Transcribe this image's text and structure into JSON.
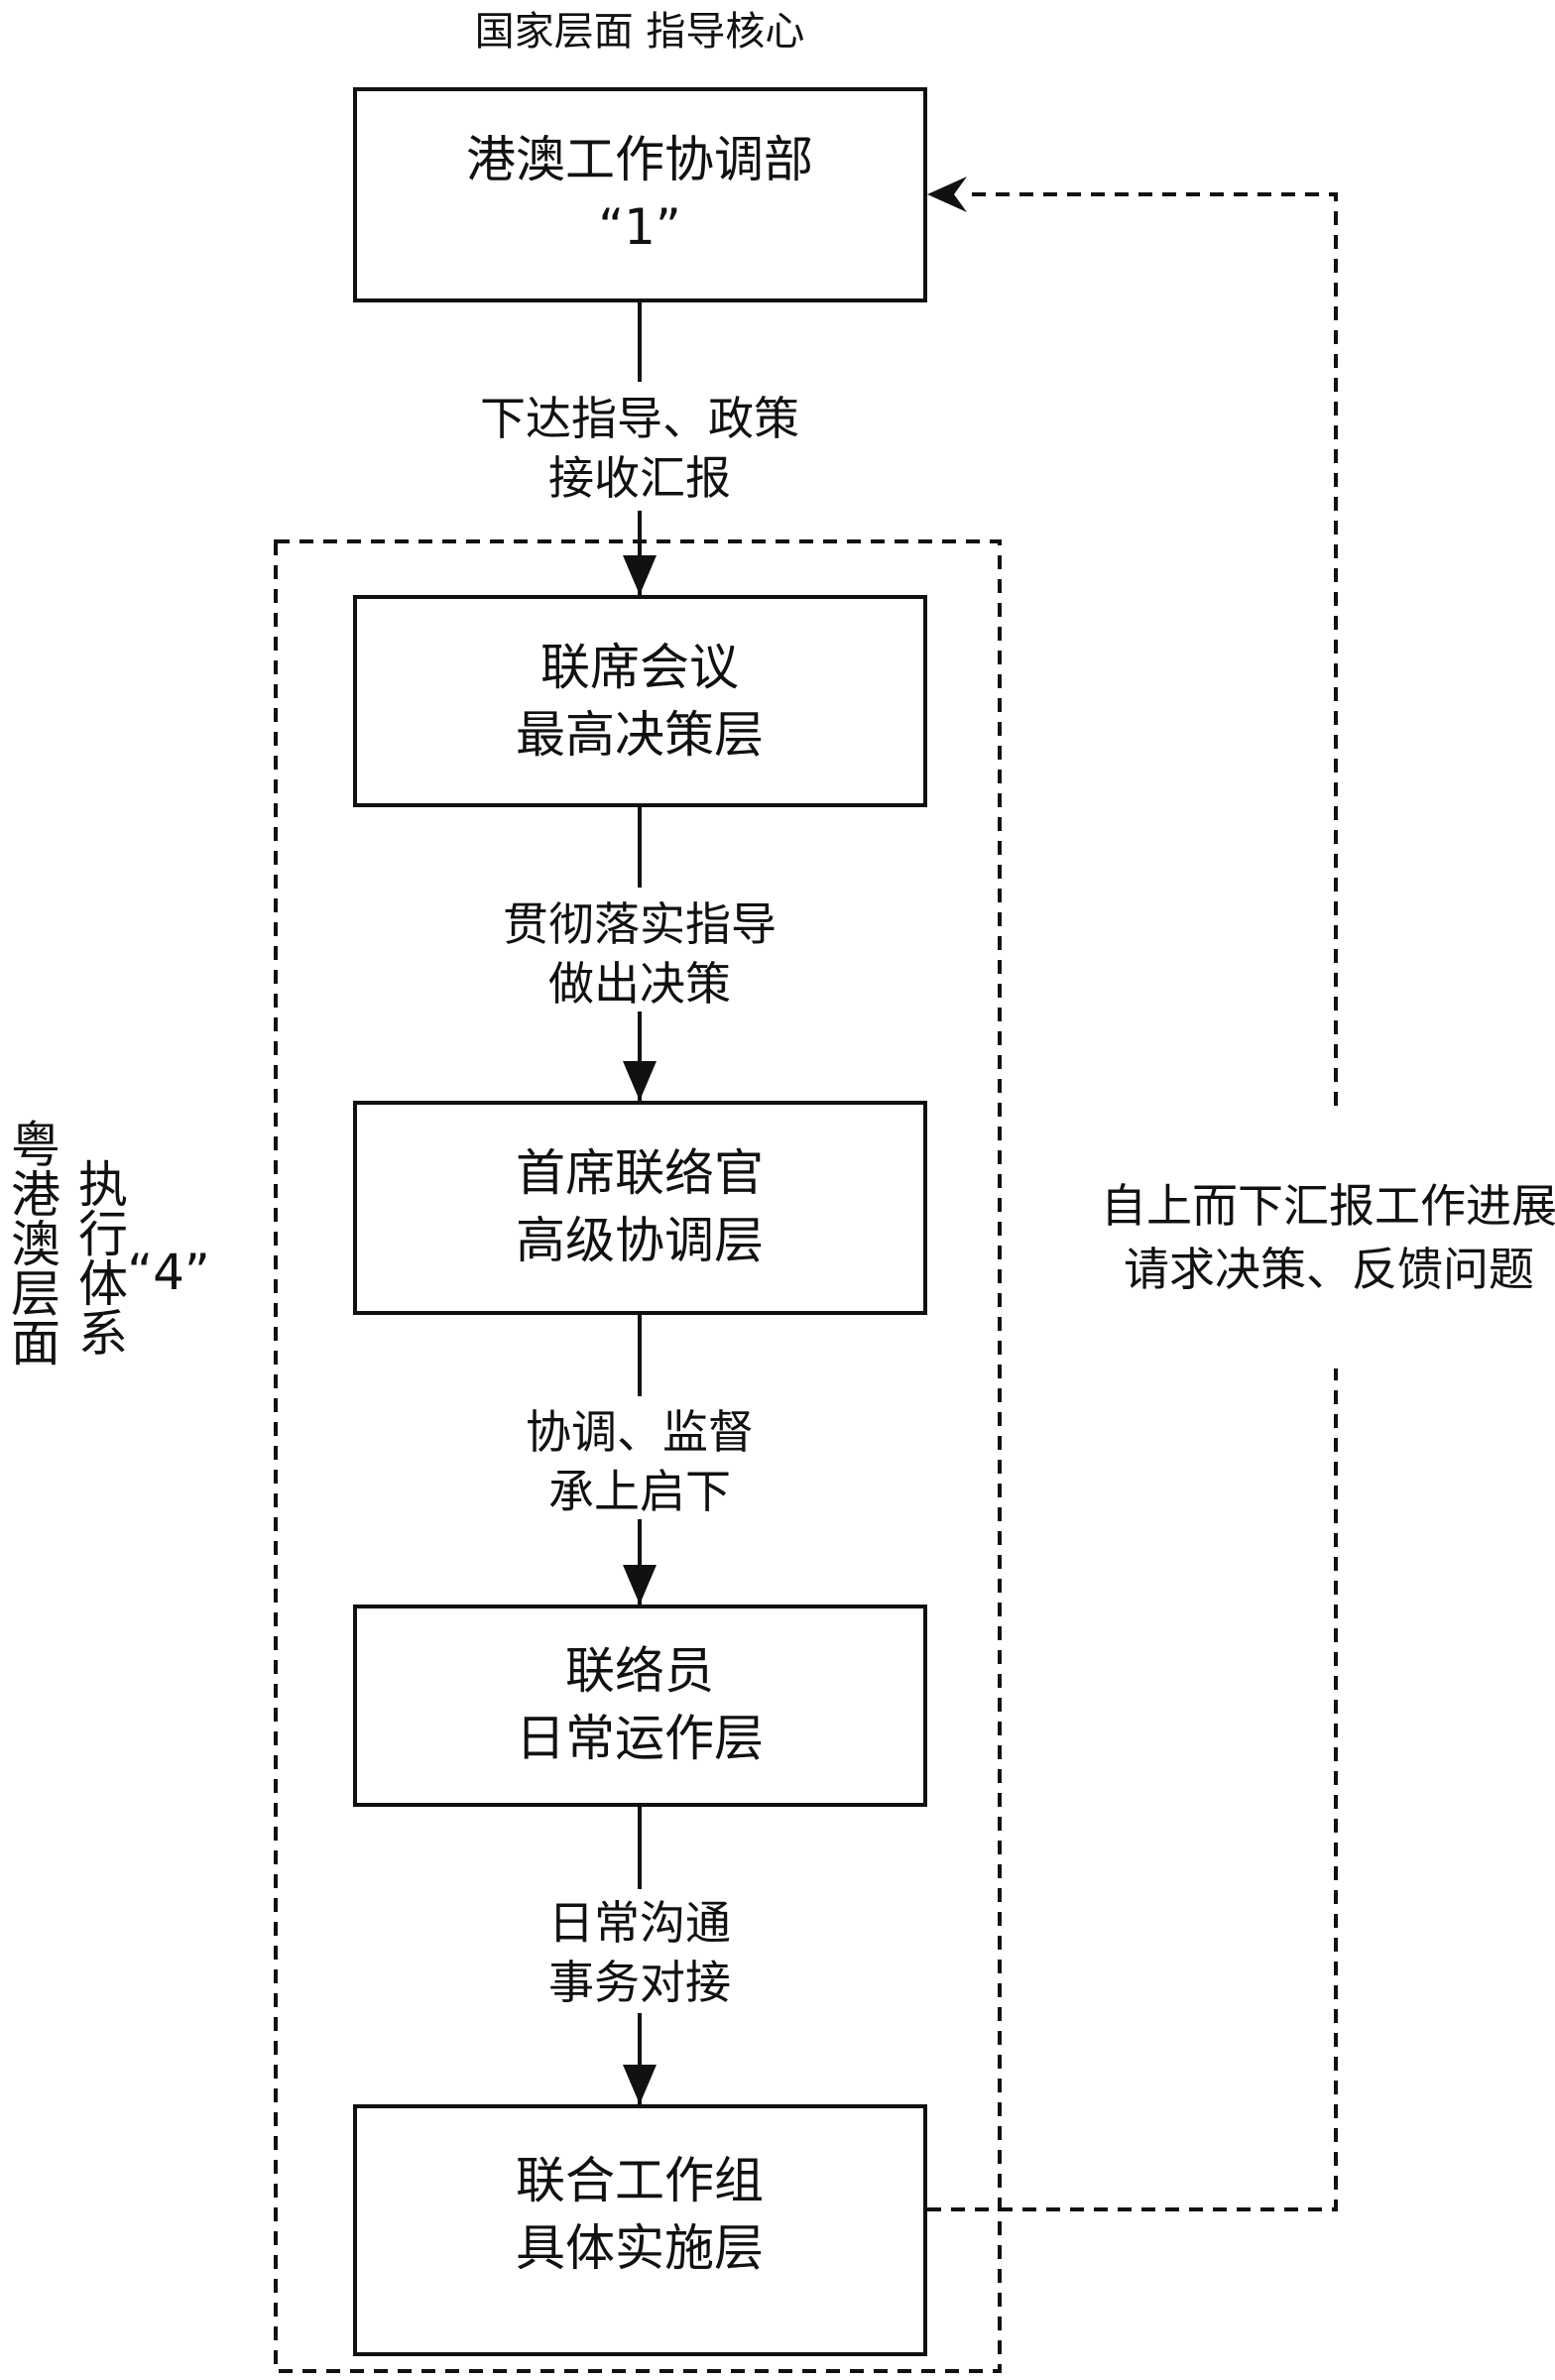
{
  "header": {
    "national_level": "国家层面 指导核心"
  },
  "nodes": [
    {
      "id": "hk-macao-office",
      "line1": "港澳工作协调部",
      "line2": "“1”"
    },
    {
      "id": "joint-meeting",
      "line1": "联席会议",
      "line2": "最高决策层"
    },
    {
      "id": "chief-liaison",
      "line1": "首席联络官",
      "line2": "高级协调层"
    },
    {
      "id": "liaison-staff",
      "line1": "联络员",
      "line2": "日常运作层"
    },
    {
      "id": "joint-working-group",
      "line1": "联合工作组",
      "line2": "具体实施层"
    }
  ],
  "edges": [
    {
      "line1": "下达指导、政策",
      "line2": "接收汇报"
    },
    {
      "line1": "贯彻落实指导",
      "line2": "做出决策"
    },
    {
      "line1": "协调、监督",
      "line2": "承上启下"
    },
    {
      "line1": "日常沟通",
      "line2": "事务对接"
    }
  ],
  "feedback": {
    "line1": "自上而下汇报工作进展",
    "line2": "请求决策、反馈问题"
  },
  "group": {
    "col1": [
      "粤",
      "港",
      "澳",
      "层",
      "面"
    ],
    "col2": [
      "执",
      "行",
      "体",
      "系"
    ],
    "number": "“4”"
  }
}
